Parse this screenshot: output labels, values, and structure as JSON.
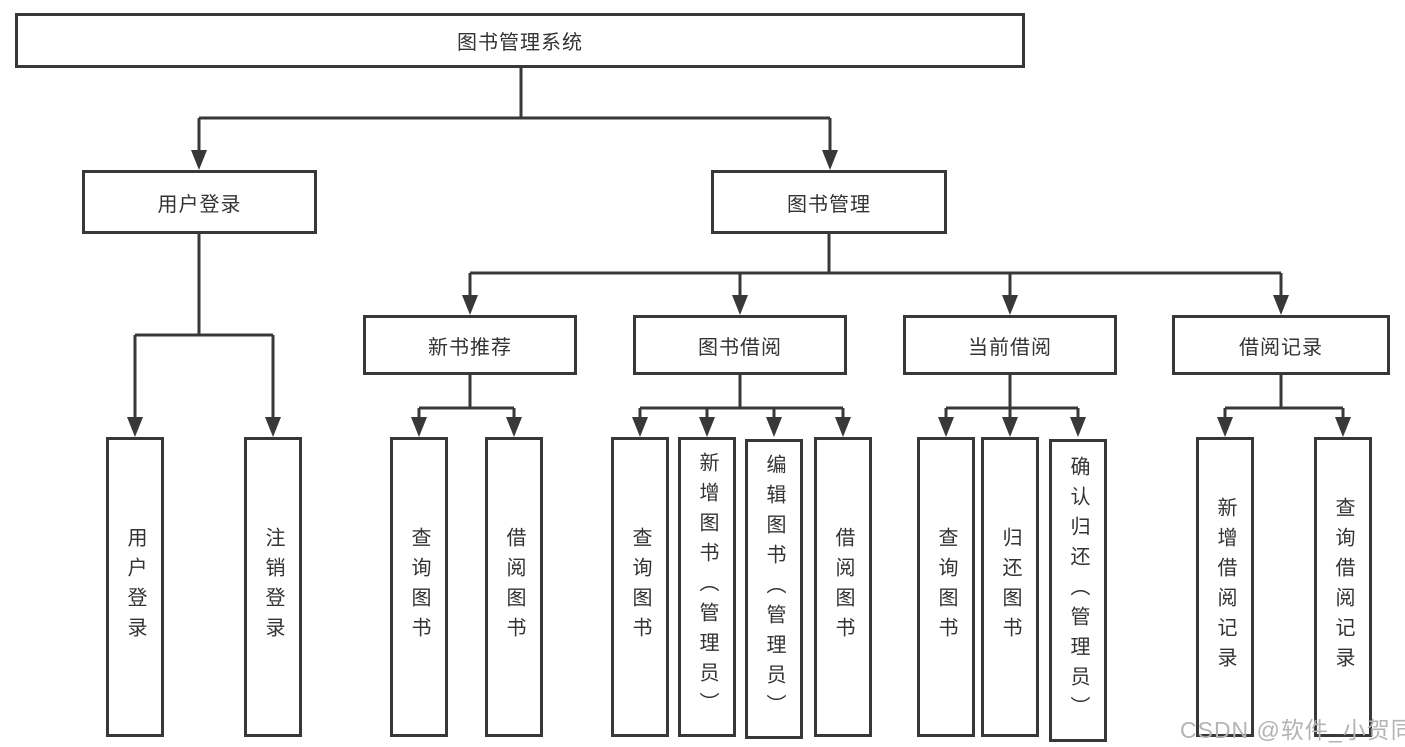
{
  "root": {
    "label": "图书管理系统"
  },
  "level2": {
    "user_login": {
      "label": "用户登录"
    },
    "book_mgmt": {
      "label": "图书管理"
    }
  },
  "level3": {
    "new_rec": {
      "label": "新书推荐"
    },
    "borrow": {
      "label": "图书借阅"
    },
    "current": {
      "label": "当前借阅"
    },
    "records": {
      "label": "借阅记录"
    }
  },
  "level4": {
    "login": {
      "label": "用户登录"
    },
    "logout": {
      "label": "注销登录"
    },
    "rec_query": {
      "label": "查询图书"
    },
    "rec_borrow": {
      "label": "借阅图书"
    },
    "bor_query": {
      "label": "查询图书"
    },
    "bor_add": {
      "label": "新增图书（管理员）"
    },
    "bor_edit": {
      "label": "编辑图书（管理员）"
    },
    "bor_borrow": {
      "label": "借阅图书"
    },
    "cur_query": {
      "label": "查询图书"
    },
    "cur_return": {
      "label": "归还图书"
    },
    "cur_confirm": {
      "label": "确认归还（管理员）"
    },
    "log_add": {
      "label": "新增借阅记录"
    },
    "log_query": {
      "label": "查询借阅记录"
    }
  },
  "watermark": {
    "text": "CSDN @软件_小贺同学"
  },
  "colors": {
    "line": "#383838",
    "box_border": "#383838",
    "text": "#333333",
    "watermark": "#b6b3b3",
    "background": "#ffffff"
  }
}
